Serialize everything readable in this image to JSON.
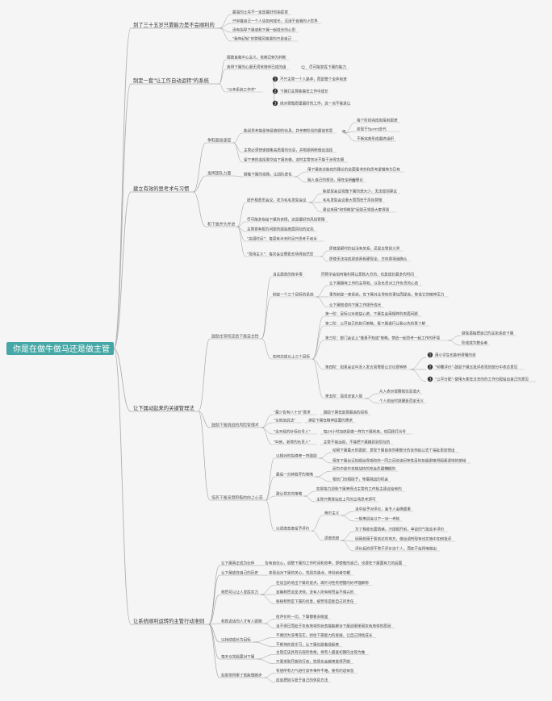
{
  "root": "你是在做牛做马还是做主管",
  "branches": [
    {
      "label": "到了三十五岁只靠能力是不会顺利的",
      "children": [
        {
          "label": "最强的士兵不一定是最好的指挥官"
        },
        {
          "label": "只带着自己一个人谈如何成长，沉浸于自我的小世界"
        },
        {
          "label": "没有指导下属或和下属一起成长的心思"
        },
        {
          "label": "\"我年纪轻\"的管理风格要的只是自己"
        }
      ]
    },
    {
      "label": "制定一套\"让工作自动运转\"的系统",
      "children": [
        {
          "label": "摆脱自我中心主义，依赖已转为判断"
        },
        {
          "label": "离得下属的心里无须常陪伴已成的组",
          "note": "尽可能发挥下属的能力"
        },
        {
          "label": "\"以本系统工作术\"",
          "numbered": [
            "不只主管一个人路非，而是整个全体前进",
            "下属们主管能能在工作中成长",
            "绝对要做质量最好的工作，这一点不能退让"
          ]
        }
      ]
    },
    {
      "label": "建立有效的思考术与习惯",
      "children": [
        {
          "label": "争取超级速度",
          "children": [
            {
              "label": "能说思考能是简易随想的信息，并考察阶段的最佳答案",
              "children": [
                "每个阶段完成衔接前跟进",
                "表现于Sprint迭代",
                "不断完善形成最终组织"
              ]
            },
            {
              "label": "主管必须快速搜集高质量的信息，并根据判断做出选择"
            },
            {
              "label": "留下来的选择要交给下属去做，这时主管务对不能干涉得太细"
            }
          ]
        },
        {
          "label": "发挥团队力量",
          "children": [
            {
              "label": "顺着下属的视角，让团队进化",
              "children": [
                "用下属表达能在的理论的全面看非实和思考逻辑转为已有",
                "融入自己的想法，用在全新的理论"
              ]
            }
          ]
        },
        {
          "label": "和下属并头并进",
          "children": [
            {
              "label": "提升相意思会议，农为毛毛发型会议",
              "children": [
                "能提型会议视做下属的进大少，无法提到建议",
                "毛毛发型会议重大而而在于风险管理",
                "建议采用\"和领佛型\"团到无领提大家得到"
              ]
            },
            {
              "label": "尽可能多指给下属的表情，这是最好的风险管理"
            },
            {
              "label": "主管要有相为问题的跟踪度面风险的征兆"
            },
            {
              "label": "\"高阔时间\"：每周有半天时间只思考不动手"
            },
            {
              "label": "\"现场主义\"：每次会议需要去场得自然思",
              "children": [
                "即使是那时的出活有关系，还是主管到义界",
                "即使无法完成更感真假那现全，方向要坦诚确认"
              ]
            }
          ]
        }
      ]
    },
    {
      "label": "让下属动起来的关键管理法",
      "children": [
        {
          "label": "鼓励主导权还给下属自主性",
          "children": [
            {
              "label": "当主题范的按手用",
              "note": "同管学会如何能利用让意就大方的，也是成长最多的时间"
            },
            {
              "label": "制定一个三个目标的系统",
              "children": [
                "让下属拥有工作的主导权，以及负责对工作负责的心态",
                "事先制定一套系统，在下属对主导权的事坛而提高，降低它的精神压力",
                "让下属知道向下属工作提升成长"
              ]
            },
            {
              "label": "如何达成以上三个目标",
              "children": [
                "第一阶：目标以对收益心进，下属生会用相样的表面问题",
                "第二阶：公开自己的执行策略，看下属道行让我以先的事了解",
                "第三阶：部门会议上\"做事不知道\"策略，营造一起思考一起工作的环境",
                "第四阶：如果会议中没入发言到需要让讨论要转移",
                "第五阶：强说双该入侵"
              ],
              "side": [
                "避免孤独把自己的主张系统下属",
                "形成成为整合者"
              ],
              "numbered": [
                "用小学生也能听得懂的说",
                "\"倾覆评价\"-鼓励下属比批评表现的部分中表达意见",
                "\"公平分配\"-使用大家在过去的的工作分配给出自己的意见"
              ],
              "tail": [
                "众入表示提醒视信息道大",
                "个人想出时提醒是否定无义"
              ]
            }
          ]
        },
        {
          "label": "鼓励下属挑战的风险管理术",
          "children": [
            {
              "label": "\"最少告有八十分\"要求",
              "note": "鼓励下属在定要最高的目标"
            },
            {
              "label": "\"论他加说法\"",
              "note": "满足下属在精神层面的需求"
            },
            {
              "label": "\"全天候的针标信号人\"",
              "note": "每24小时加进是做一样为下属判离，在回顾打信号"
            },
            {
              "label": "\"叫他，新管的负责人\"",
              "note": "主管不能远视，不能把下属推到到危险的"
            }
          ]
        },
        {
          "label": "培养下属采用积极的向上心态",
          "children": [
            {
              "label": "以相对的指值来一块鼓励",
              "children": [
                "动用下属最大的激励：发现下属自身的哪部分的全你给公式个福祉更加快出",
                "但在下属出记告顺出得或和你一同之间这该因等性目的如遍果植得图素透地的部域"
              ]
            },
            {
              "label": "最后一分钟放开的策略",
              "children": [
                "因为中途中去挑战抗的充会危最糟糕的",
                "相信门也相授子，等最挑战的机会"
              ]
            },
            {
              "label": "鼓让领太的策略",
              "children": [
                "如果能力到些下属来得占主管的工作极主建议给他的",
                "主管只需要站在上司的立场思考即可"
              ]
            },
            {
              "label": "以适度态度给予评价",
              "children": [
                {
                  "label": "荷尔主义",
                  "children": [
                    "当中给予对评论，金令人会确量重",
                    "一般来说会以下一对一考核"
                  ]
                },
                {
                  "label": "适度态度",
                  "children": [
                    "为了释收负面情绪，冷提相开前，单说的气批反手评价",
                    "因用想用于要表达的地方，做出调剂现有也实施中如何批评",
                    "评价后的即不管于评价这个人，而在于给得电做出"
                  ]
                }
              ]
            }
          ]
        }
      ]
    },
    {
      "label": "让系统顺利运转的主管行动准则",
      "children": [
        {
          "label": "让下属真正成为伙伴",
          "note": "告有自信心，调整下属的工作时间和效率，即使做的自己，也要在下属面有力的后面"
        },
        {
          "label": "让下属成在自己的历史",
          "note": "表现出对下属的关心，找到共通点，体验前者功都"
        },
        {
          "label": "称赞可以让人发挥实力",
          "children": [
            "在设当的地出下属的提点，再针对性有把握的好评理解称",
            "定期称赞这是决地，没有人所有称赞会不值兴的",
            "秘秘称赞是下属的创意，被赞等是能自己的责任"
          ]
        },
        {
          "label": "和就说话的人才有人跟随",
          "children": [
            "给评价的一切，下属都看去眼里",
            "当不得已而处于灰色地带的状态能能解对下属说明采用灰色地带的原因"
          ]
        },
        {
          "label": "以持续成长为目标",
          "children": [
            "不要因为没用充实，别住下属能力的发展，让自己持续成长",
            "不断地你提学习，让下属也跟着提起来"
          ]
        },
        {
          "label": "每天以笑脸面对下属",
          "children": [
            "主管应该具有乐观的性格，保有人最喜初期的主管为做",
            "只要采取开朗的行动，性情也会越来变得开朗"
          ]
        },
        {
          "label": "如果觉得累了就能慢脚步",
          "children": [
            "有感所有力气进行该件事件不难，要有的适休急",
            "应该把如今复于自己的休息方法"
          ]
        }
      ]
    }
  ]
}
